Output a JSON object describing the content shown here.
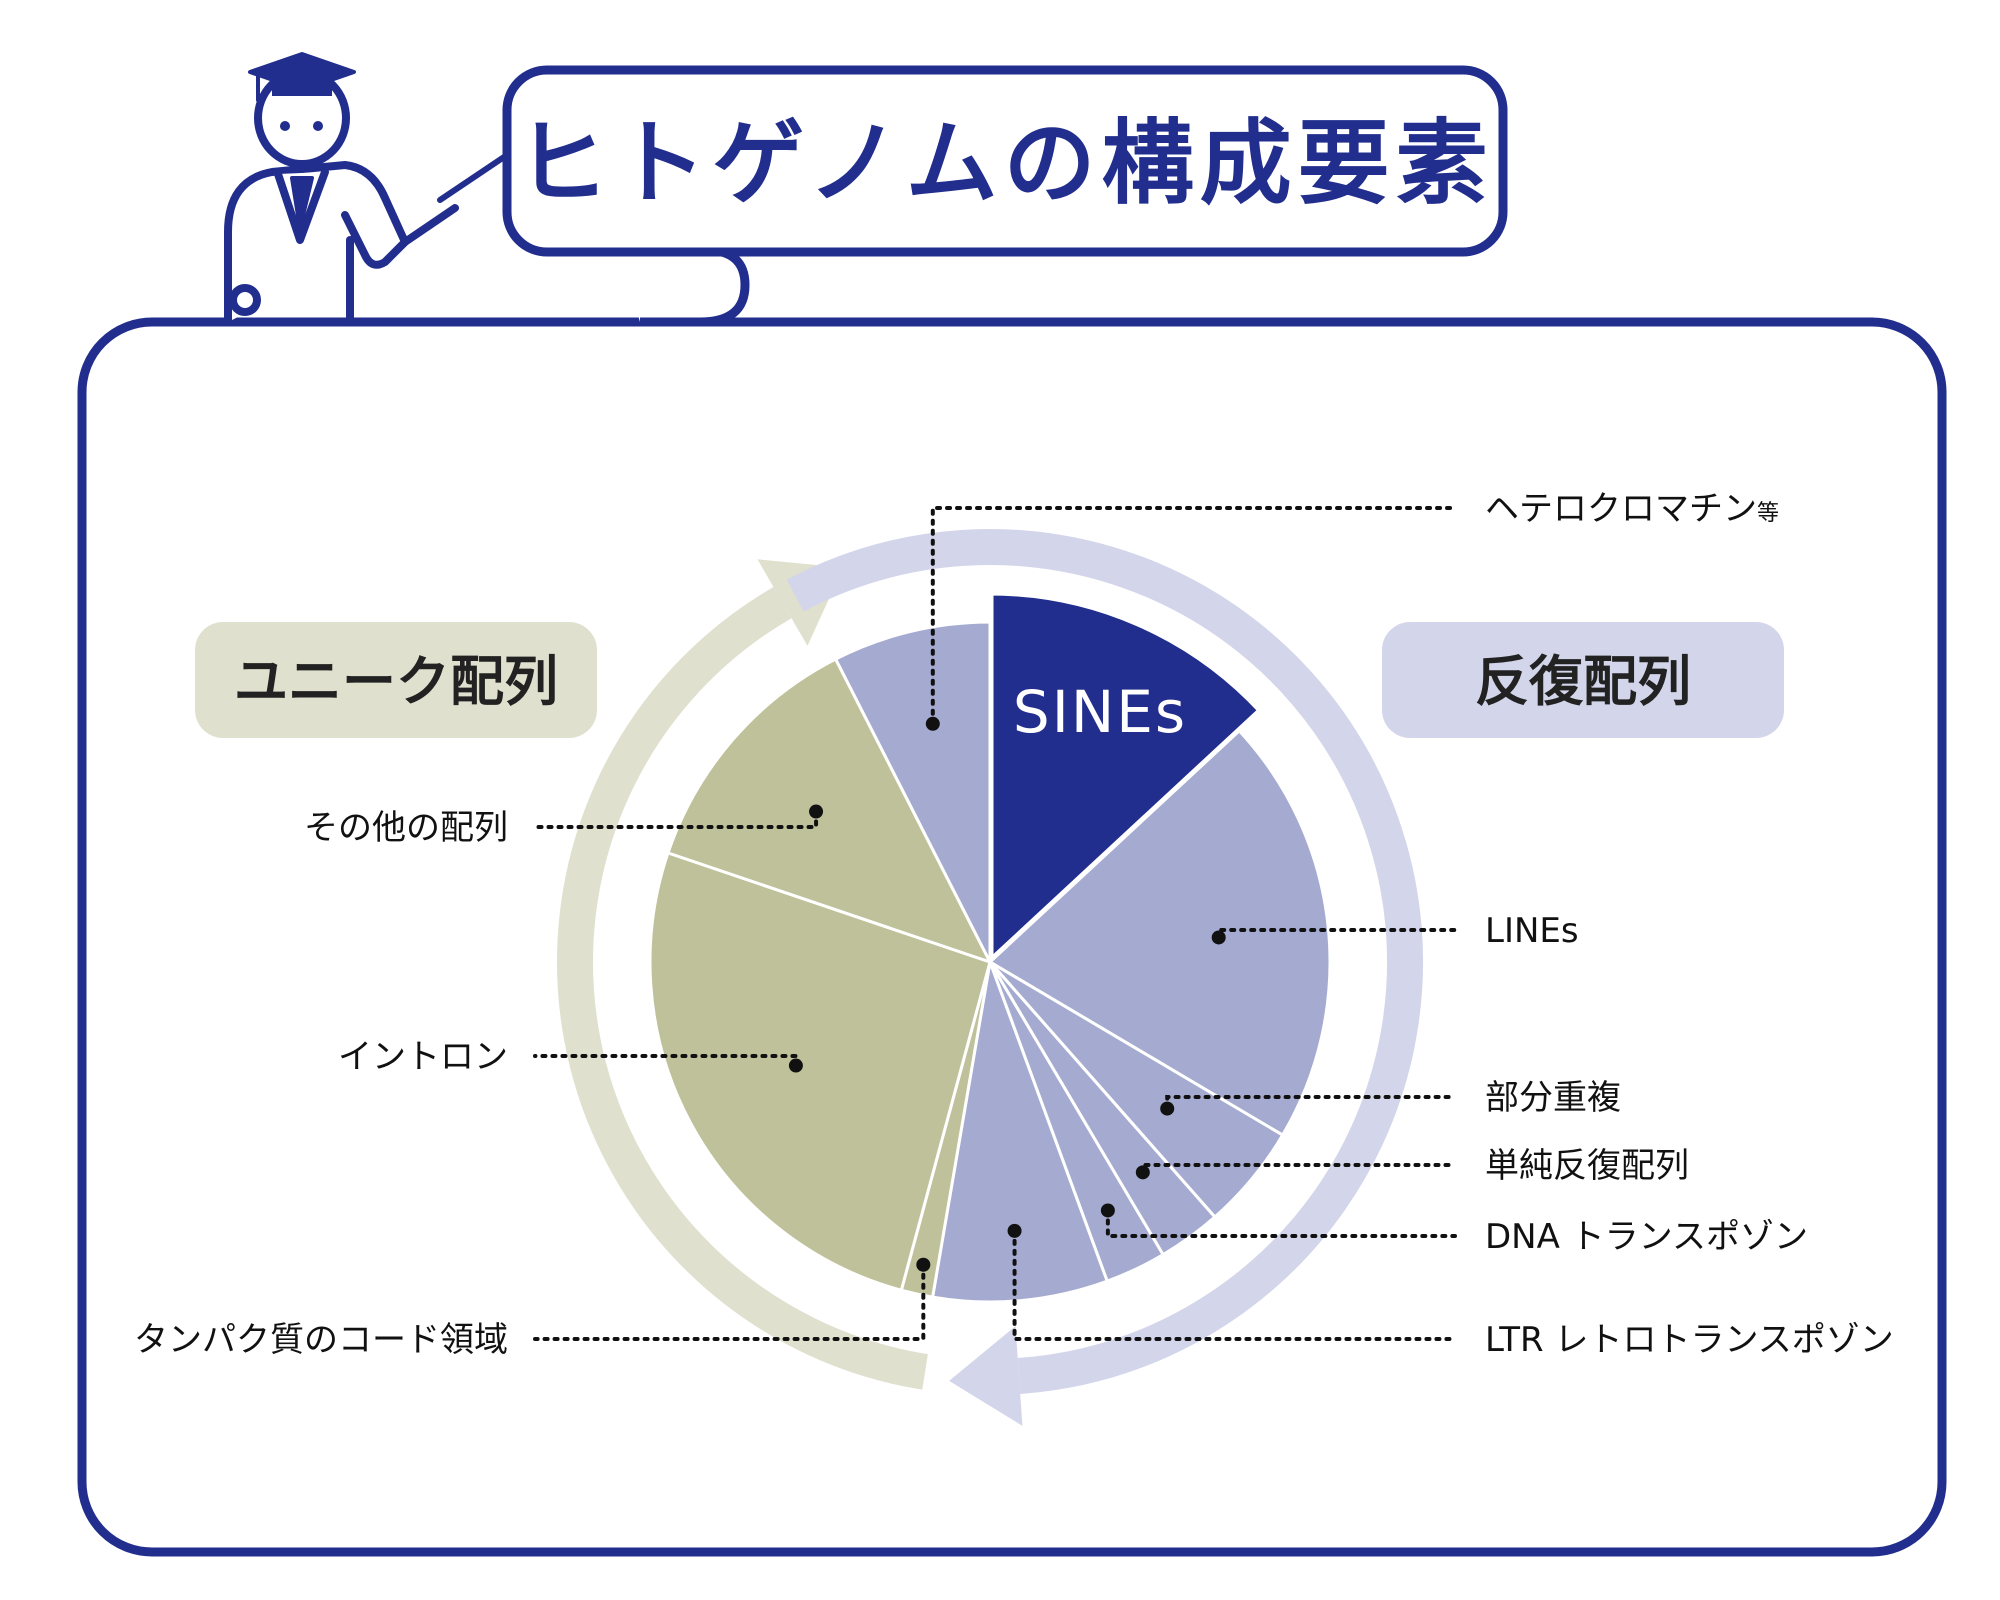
{
  "title": "ヒトゲノムの構成要素",
  "groups": {
    "unique": {
      "label": "ユニーク配列",
      "color": "#bfc19a",
      "arrow_color": "#e0e0cf",
      "box_color": "#e0e0cf"
    },
    "repeat": {
      "label": "反復配列",
      "color": "#a5abd0",
      "arrow_color": "#d3d5ea",
      "box_color": "#d3d5ea"
    }
  },
  "colors": {
    "navy": "#222e8e",
    "unique": "#bfc19a",
    "repeat": "#a5abd0"
  },
  "chart_data": {
    "type": "pie",
    "start": "12 o'clock, clockwise",
    "slices": [
      {
        "name": "SINEs",
        "value": 13.1,
        "group": "repeat",
        "highlight": true,
        "inner_label": "SINEs"
      },
      {
        "name": "LINEs",
        "value": 20.4,
        "group": "repeat"
      },
      {
        "name": "部分重複",
        "value": 5.0,
        "group": "repeat"
      },
      {
        "name": "単純反復配列",
        "value": 3.0,
        "group": "repeat"
      },
      {
        "name": "DNA トランスポゾン",
        "value": 2.9,
        "group": "repeat"
      },
      {
        "name": "LTR レトロトランスポゾン",
        "value": 8.3,
        "group": "repeat"
      },
      {
        "name": "タンパク質のコード領域",
        "value": 1.5,
        "group": "unique"
      },
      {
        "name": "イントロン",
        "value": 26.0,
        "group": "unique"
      },
      {
        "name": "その他の配列",
        "value": 12.3,
        "group": "unique"
      },
      {
        "name": "ヘテロクロマチン等",
        "value": 7.5,
        "group": "repeat"
      }
    ]
  },
  "callouts": [
    {
      "text": "ヘテロクロマチン",
      "suffix": "等",
      "slice": "ヘテロクロマチン等",
      "side": "right"
    },
    {
      "text": "LINEs",
      "slice": "LINEs",
      "side": "right"
    },
    {
      "text": "部分重複",
      "slice": "部分重複",
      "side": "right"
    },
    {
      "text": "単純反復配列",
      "slice": "単純反復配列",
      "side": "right"
    },
    {
      "text": "DNA トランスポゾン",
      "slice": "DNA トランスポゾン",
      "side": "right"
    },
    {
      "text": "LTR レトロトランスポゾン",
      "slice": "LTR レトロトランスポゾン",
      "side": "right"
    },
    {
      "text": "その他の配列",
      "slice": "その他の配列",
      "side": "left"
    },
    {
      "text": "イントロン",
      "slice": "イントロン",
      "side": "left"
    },
    {
      "text": "タンパク質のコード領域",
      "slice": "タンパク質のコード領域",
      "side": "left"
    }
  ]
}
